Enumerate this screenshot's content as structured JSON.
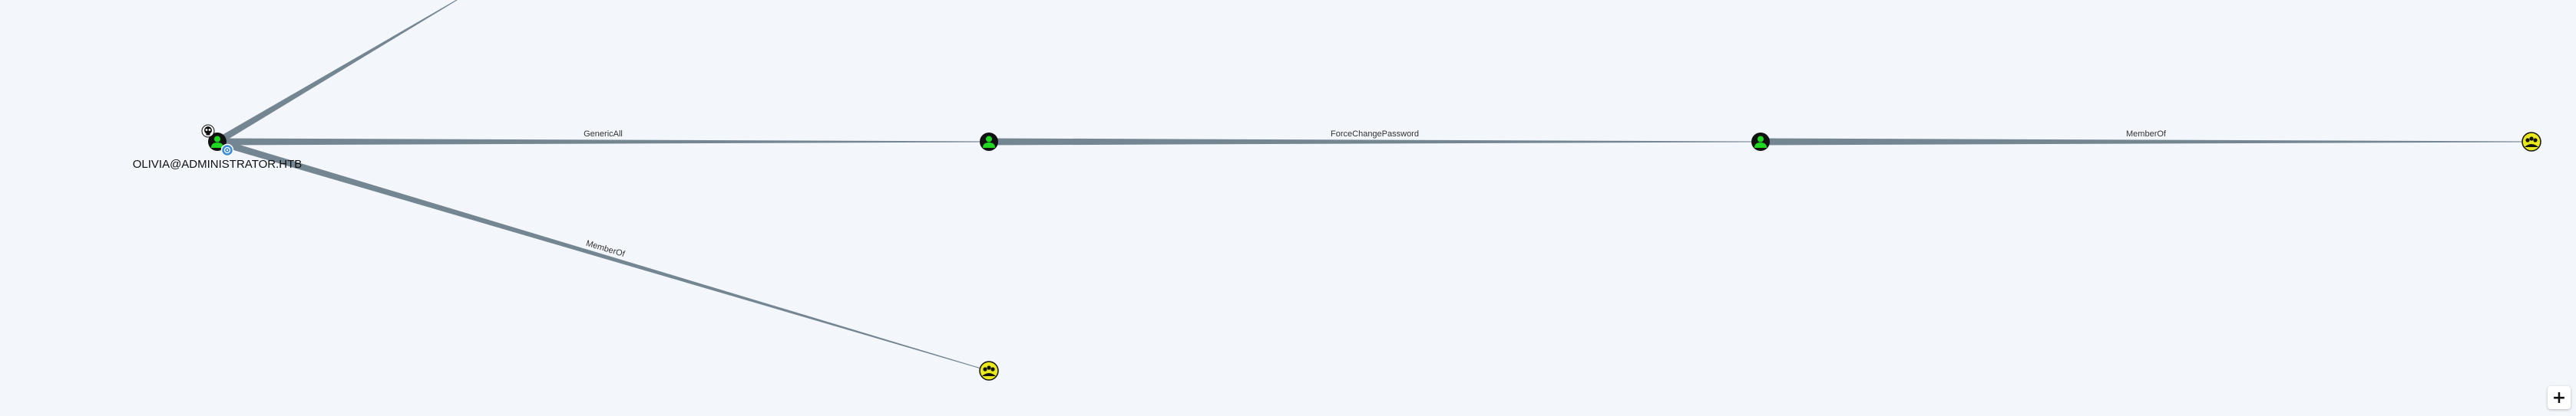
{
  "graph": {
    "colors": {
      "background": "#f3f6fa",
      "edge": "#758693",
      "user_node": "#1fd81f",
      "group_node": "#e8e81a",
      "node_outline": "#111111"
    },
    "nodes": [
      {
        "id": "olivia",
        "kind": "user",
        "icon": "user-icon",
        "label": "OLIVIA@ADMINISTRATOR.HTB",
        "owned": true
      },
      {
        "id": "user2",
        "kind": "user",
        "icon": "user-icon",
        "label": ""
      },
      {
        "id": "user3",
        "kind": "user",
        "icon": "user-icon",
        "label": ""
      },
      {
        "id": "group1",
        "kind": "group",
        "icon": "group-icon",
        "label": ""
      },
      {
        "id": "group2",
        "kind": "group",
        "icon": "group-icon",
        "label": ""
      }
    ],
    "edges": [
      {
        "from": "olivia",
        "to": "user2",
        "label": "GenericAll"
      },
      {
        "from": "user2",
        "to": "user3",
        "label": "ForceChangePassword"
      },
      {
        "from": "user3",
        "to": "group1",
        "label": "MemberOf"
      },
      {
        "from": "olivia",
        "to": "group2",
        "label": "MemberOf"
      },
      {
        "from": "olivia",
        "to": "offscreen",
        "label": ""
      }
    ]
  },
  "controls": {
    "zoom_in_label": "+"
  }
}
